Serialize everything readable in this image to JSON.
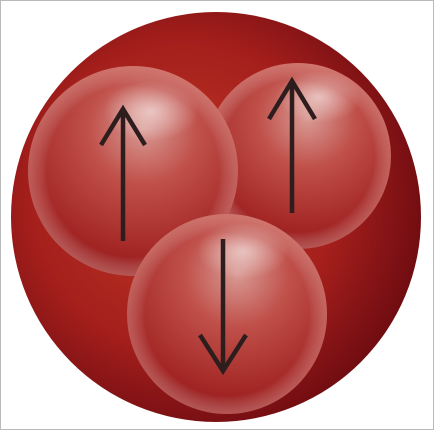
{
  "figure": {
    "outer_sphere": {
      "color_light": "#c13a26",
      "color_dark": "#6a0a10"
    },
    "inner_spheres": [
      {
        "name": "left-sphere",
        "spin": "up"
      },
      {
        "name": "right-sphere",
        "spin": "up"
      },
      {
        "name": "bottom-sphere",
        "spin": "down"
      }
    ],
    "arrow_color": "#2e1d1d"
  }
}
